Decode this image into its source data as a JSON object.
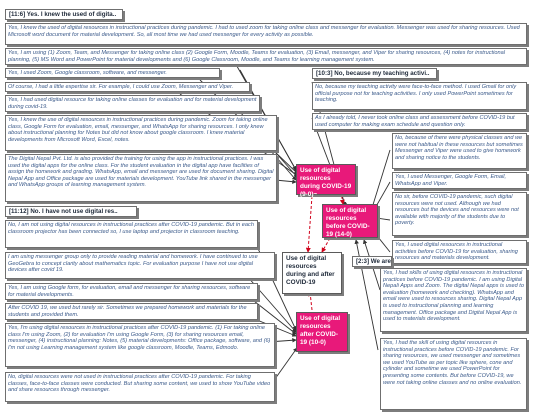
{
  "colors": {
    "node_fill": "#e8197a",
    "edge_red": "#d0021b",
    "border": "#6f6f6f",
    "quote_text": "#3b5a8a"
  },
  "nodes": {
    "during": "Use of digital resources during COVID-19 (9-0)~",
    "before": "Use of digital resources before COVID-19 (14-0)",
    "after": "Use of digital resources after COVID-19 (10-0)",
    "during_and_after": "Use of digital resources during and after COVID-19"
  },
  "headers": {
    "h1": "[11:6] Yes. I knew the used of digita..",
    "h2": "[10:3] No, because my teaching activi..",
    "h3": "[11:12] No. I have not use digital res..",
    "h4": "[2:3] We are..."
  },
  "quotes": {
    "q1": "Yes, I knew the used of digital resources in instructional practices during pandemic. I had to used zoom for taking online class and messenger for evaluation. Messenger was used for sharing resources. Used Microsoft word document for material development. So, all most time we had used messenger for every activity as possible.",
    "q2": "Yes, I am using (1) Zoom, Team, and Messenger for taking online class (2) Google Form, Moodle, Teams for evaluation, (3) Email, messenger, and Viper for sharing resources, (4) notes for instructional planning, (5) MS Word and PowerPoint for material developments and (6) Google Classroom, Moodle, and Teams for learning management system.",
    "q3": "Yes, I used Zoom, Google classroom, software, and messenger.",
    "q4": "Of course, I had a little expertise sir. For example, I could use Zoom, Messenger and Viper.",
    "q5": "Yes, I had used digital resource for taking online classes for evaluation and for material development during covid-19.",
    "q6": "Yes, I knew the use of digital resources in instructional practices during pandemic. Zoom for taking online class, Google Form for evaluation, email, messenger, and WhatsApp for sharing resources. I only knew about instructional planning for Notes but did not know about google classroom. I knew material developments from Microsoft Word, Excel, notes.",
    "q7": "The Digital Nepal Pvt. Ltd. is also provided the training for using the app in instructional practices. I was used the digital apps for the online class. For the student evaluation in the digital app have facilities of assign the homework and grading. WhatsApp, email and messenger are used for document sharing. Digital Nepal App and Office package are used for materials development. YouTube link shared in the messenger and WhatsApp groups of learning management system.",
    "q8": "No, I am not using digital resources in instructional practices after COVID-19 pandemic. But in each classroom projector has been connected so, I use laptop and projector in classroom teaching.",
    "q9": "I am using messenger group only to provide reading material and homework. I have continued to use GeoGebra to concept clarity about mathematics topic. For evaluation purpose I have not use digital devices after covid 19.",
    "q10": "Yes, I am using Google form, for evaluation, email and messenger for sharing resources, software for material developments.",
    "q11": "After COVID 19, we used but rarely sir. Sometimes we prepared homework and materials for the students and provided them.",
    "q12": "Yes, I'm using digital resources in instructional practices after COVID-19 pandemic. (1) For taking online class I'm using Zoom, (2) for evaluation I'm using Google Form, (3) for sharing resources email, messenger, (4) instructional planning: Notes, (5) material developments: Office package, software, and (6) I'm not using Learning management system like google classroom, Moodle, Teams, Edmodo.",
    "q13": "No, digital resources were not used in instructional practices after COVID-19 pandemic. For taking classes, face-to-face classes were conducted. But sharing some content, we used to show YouTube video and share resources through messenger.",
    "r1": "No, because my teaching activity were face-to-face method. I used Gmail for only official purpose not for teaching activities. I only used PowerPoint sometimes for teaching.",
    "r2": "As I already told, I never took online class and assessment before COVID-19 but used computer for making exam schedule and question only.",
    "r3": "No, because of there were physical classes and we were not habitual in these resources but sometimes Messenger and Viper were used to give homework and sharing notice to the students.",
    "r4": "Yes, I used Messenger, Google Form, Email, WhatsApp and Viper.",
    "r5": "No sir, before COVID-19 pandemic, such digital resources were not used. Although we had resources but the devices and resources were not available with majority of the students due to poverty.",
    "r6": "Yes, I used digital resources in instructional activities before COVID-19 for evaluation, sharing resources and materials development.",
    "r7": "Yes, I had skills of using digital resources in instructional practices before COVID-19 pandemic. I am using Digital Nepali Apps and Zoom. The digital Nepal apps is used to evaluation (homework and checking). WhatsApp and email were used to resources sharing. Digital Nepal App is used to instructional planning and learning management. Office package and Digital Nepal App is used to materials development.",
    "r8": "Yes, I had the skill of using digital resources in instructional practices before COVID-19 pandemic. For sharing resources, we used messenger and sometimes we used YouTube as per topic like sphere, cone and cylinder and sometime we used PowerPoint for presenting some contents. But before COVID-19, we were not taking online classes and no online evaluation."
  }
}
